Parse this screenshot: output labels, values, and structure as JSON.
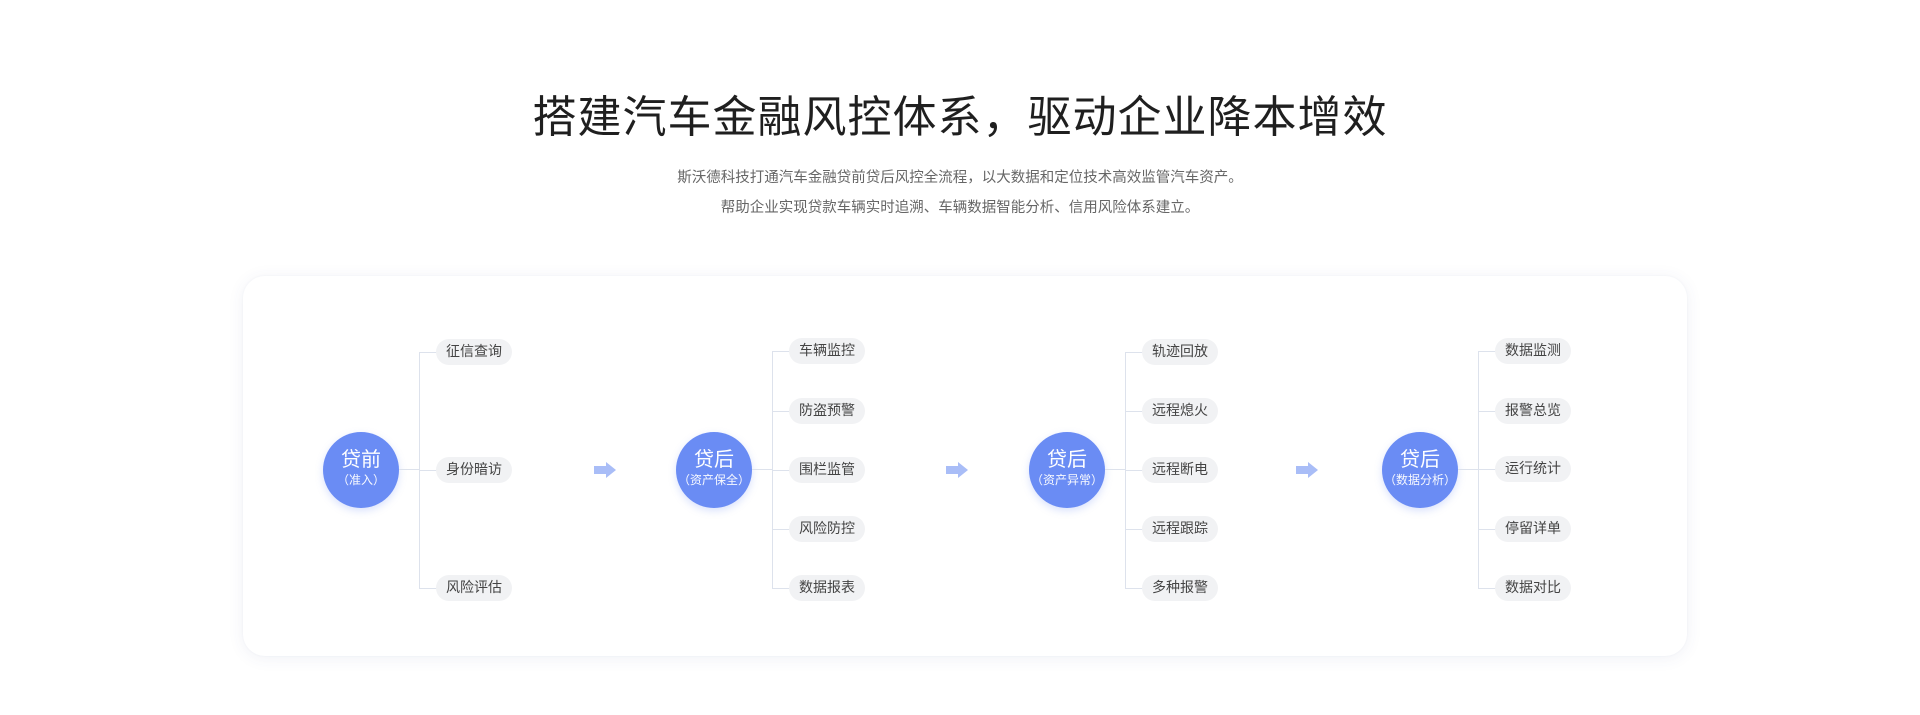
{
  "title": "搭建汽车金融风控体系，驱动企业降本增效",
  "subtitle_lines": [
    "斯沃德科技打通汽车金融贷前贷后风控全流程，以大数据和定位技术高效监管汽车资产。",
    "帮助企业实现贷款车辆实时追溯、车辆数据智能分析、信用风险体系建立。"
  ],
  "colors": {
    "accent": "#6a8cf4",
    "arrow": "#a9bdf7",
    "tag_bg": "#f1f2f4",
    "line": "#dde2ec"
  },
  "stages": [
    {
      "name": "贷前",
      "paren": "（准入）",
      "items": [
        "征信查询",
        "身份暗访",
        "风险评估"
      ]
    },
    {
      "name": "贷后",
      "paren": "（资产保全）",
      "items": [
        "车辆监控",
        "防盗预警",
        "围栏监管",
        "风险防控",
        "数据报表"
      ]
    },
    {
      "name": "贷后",
      "paren": "（资产异常）",
      "items": [
        "轨迹回放",
        "远程熄火",
        "远程断电",
        "远程跟踪",
        "多种报警"
      ]
    },
    {
      "name": "贷后",
      "paren": "（数据分析）",
      "items": [
        "数据监测",
        "报警总览",
        "运行统计",
        "停留详单",
        "数据对比"
      ]
    }
  ],
  "arrow_icon": "right-arrow-icon"
}
